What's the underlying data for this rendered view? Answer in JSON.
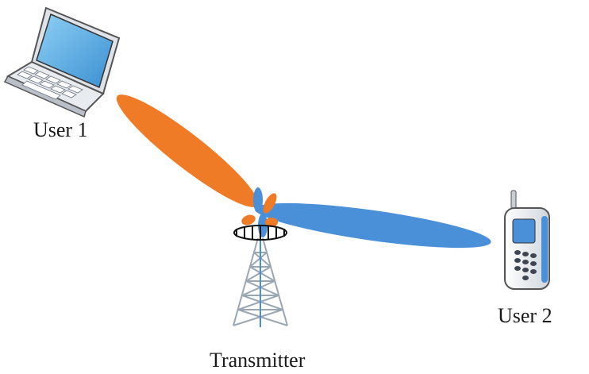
{
  "labels": {
    "user1": "User 1",
    "user2": "User 2",
    "transmitter": "Transmitter"
  },
  "colors": {
    "beam_user1": "#ef7b26",
    "beam_user2": "#4a90d9",
    "tower": "#9aa7b3",
    "antenna_ring": "#111111"
  },
  "icons": [
    "laptop-icon",
    "mobile-phone-icon",
    "transmitter-tower-icon"
  ]
}
